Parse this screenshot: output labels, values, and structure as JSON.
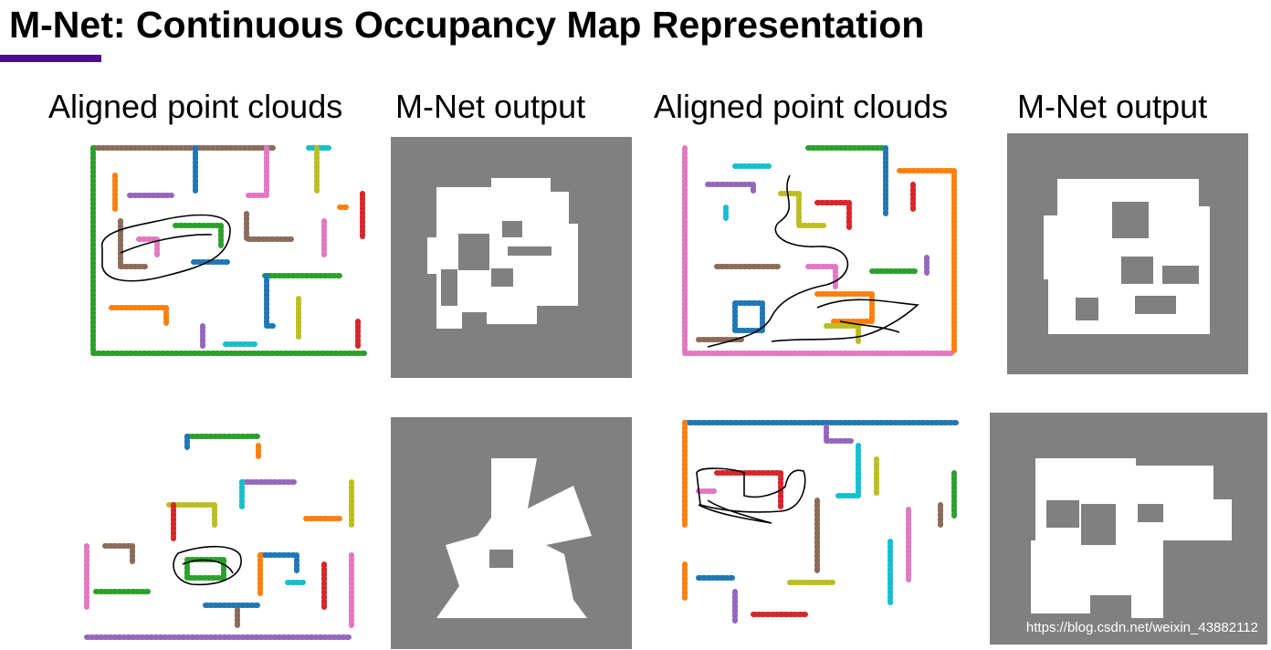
{
  "slide": {
    "title": "M-Net: Continuous Occupancy Map Representation",
    "accent_color": "#4b0f8a"
  },
  "column_headers": {
    "left_pc": "Aligned point clouds",
    "left_out": "M-Net output",
    "right_pc": "Aligned point clouds",
    "right_out": "M-Net output"
  },
  "figure": {
    "pointcloud_colors": [
      "#8b6b5a",
      "#e377c2",
      "#2ca02c",
      "#1f77b4",
      "#ff7f0e",
      "#9467bd",
      "#17becf",
      "#bcbd22",
      "#d62728"
    ],
    "map_background": "#808080",
    "map_free_space": "#ffffff",
    "trajectory_color": "#000000"
  },
  "watermark": "https://blog.csdn.net/weixin_43882112"
}
